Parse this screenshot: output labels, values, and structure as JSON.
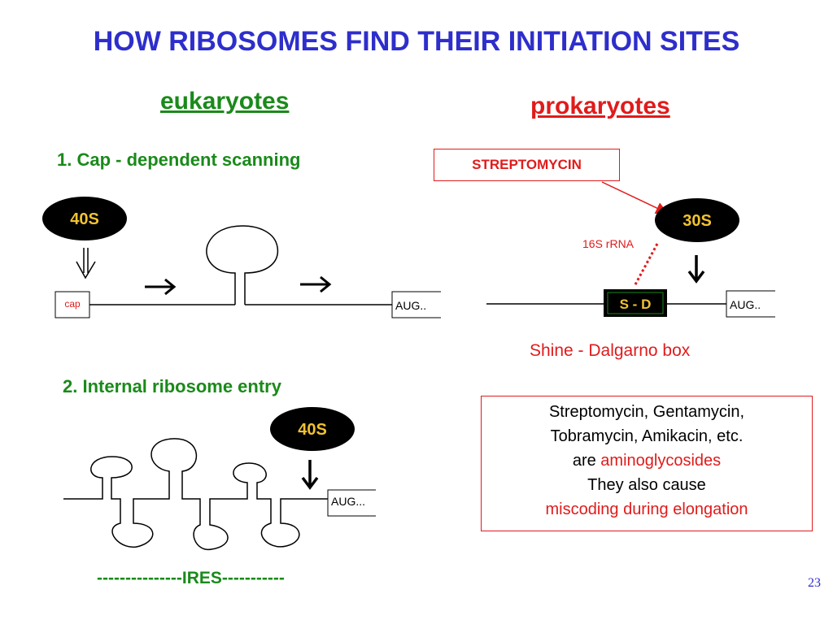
{
  "title": "HOW RIBOSOMES FIND THEIR INITIATION SITES",
  "eukaryotes": {
    "heading": "eukaryotes",
    "cap_dependent": {
      "label": "1. Cap - dependent scanning",
      "subunit": "40S",
      "cap_label": "cap",
      "aug_label": "AUG.."
    },
    "internal_entry": {
      "label": "2. Internal ribosome entry",
      "subunit": "40S",
      "aug_label": "AUG...",
      "ires_label": "---------------IRES-----------"
    }
  },
  "prokaryotes": {
    "heading": "prokaryotes",
    "antibiotic": "STREPTOMYCIN",
    "subunit": "30S",
    "rrna_label": "16S rRNA",
    "sd_label": "S - D",
    "aug_label": "AUG..",
    "shine_label": "Shine - Dalgarno box"
  },
  "note": {
    "line1": "Streptomycin, Gentamycin,",
    "line2": "Tobramycin, Amikacin, etc.",
    "line3_prefix": "are",
    "line3_highlight": "aminoglycosides",
    "line4": "They also cause",
    "line5": "miscoding during elongation"
  },
  "page_number": "23",
  "colors": {
    "title": "#2e2ecc",
    "green": "#1a8a1a",
    "red": "#e01b1b",
    "ribosome": "#000000",
    "ribosome_text": "#f2c230"
  }
}
